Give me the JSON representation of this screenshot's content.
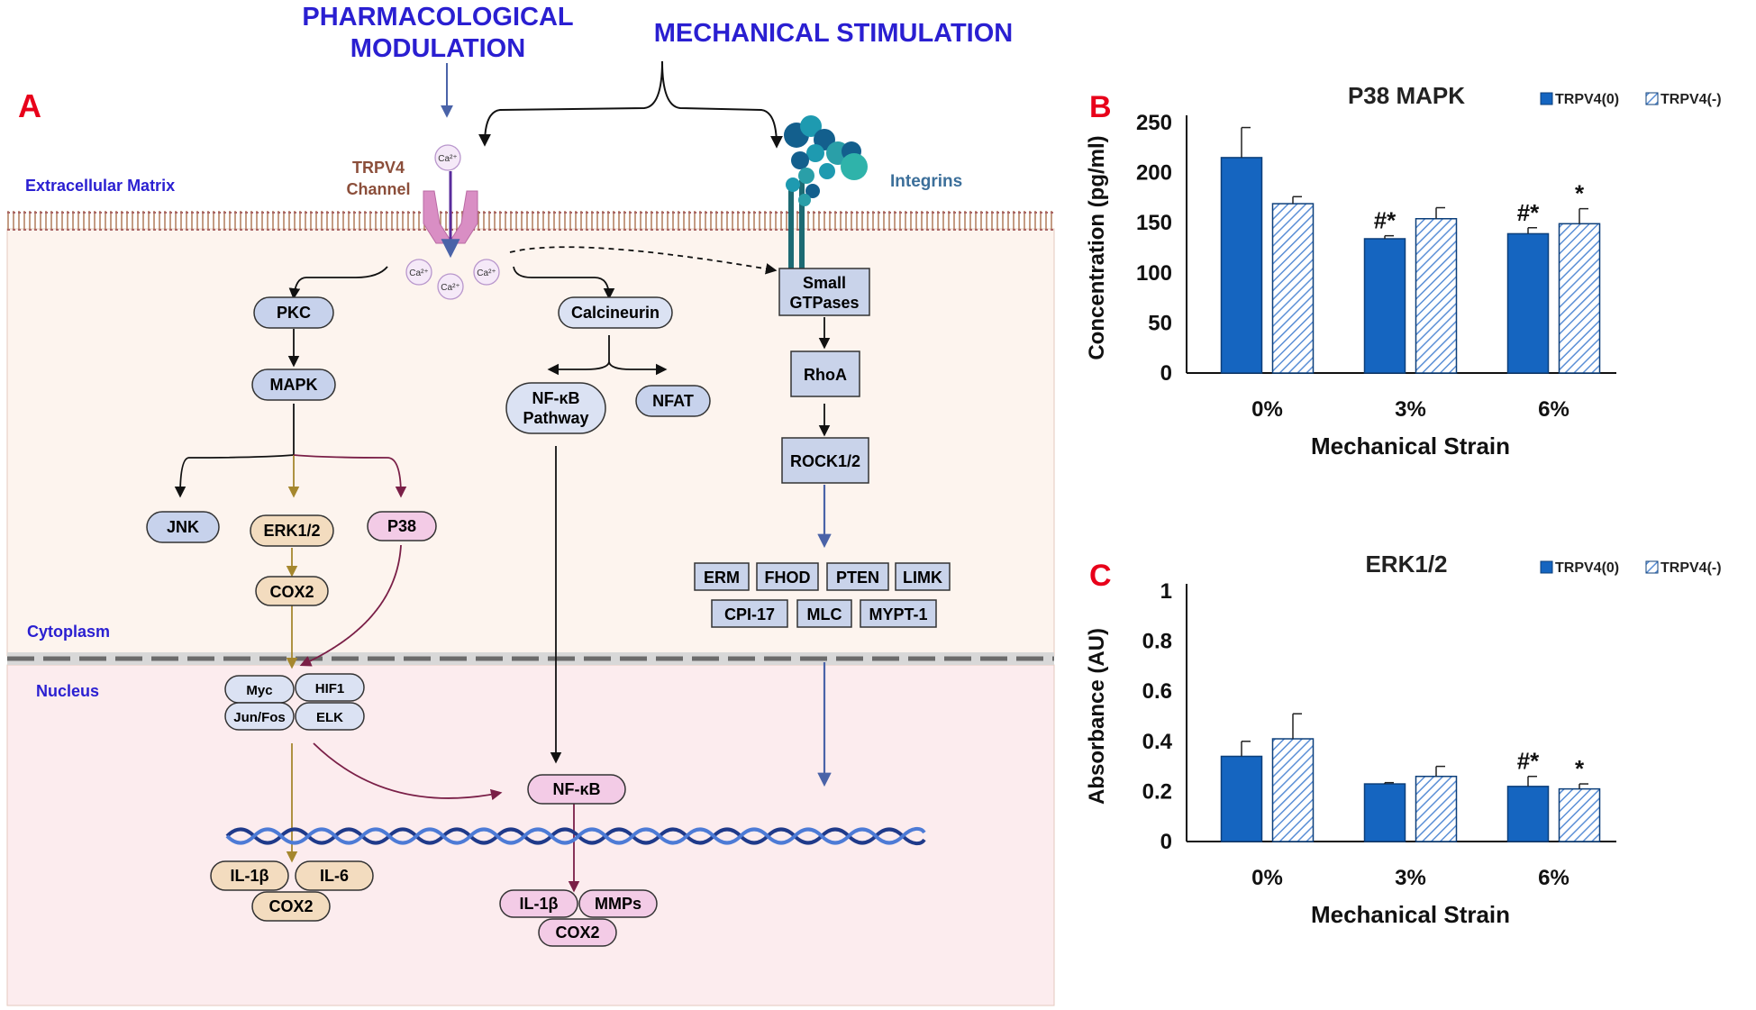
{
  "colors": {
    "title_blue": "#2a1fd1",
    "panel_red": "#e8001a",
    "bar_solid": "#1565c0",
    "bar_stripe": "#5b8fd6",
    "mapk_box": "#c7d2ec",
    "erk_box": "#f3dcbf",
    "p38_box": "#f3cbe6",
    "rho_box": "#c9d3ea",
    "erk_arrow": "#a5872e",
    "p38_arrow": "#7a1f47"
  },
  "panel_a": {
    "letter": "A",
    "top_left_title": "PHARMACOLOGICAL MODULATION",
    "top_right_title": "MECHANICAL STIMULATION",
    "region_extracellular": "Extracellular Matrix",
    "region_cytoplasm": "Cytoplasm",
    "region_nucleus": "Nucleus",
    "trpv4_label": "TRPV4 Channel",
    "integrins_label": "Integrins",
    "ca_ion": "Ca²⁺",
    "nodes": {
      "pkc": "PKC",
      "mapk": "MAPK",
      "jnk": "JNK",
      "erk": "ERK1/2",
      "p38": "P38",
      "cox2_erk": "COX2",
      "calcineurin": "Calcineurin",
      "nfkb_pathway": "NF-κB Pathway",
      "nfat": "NFAT",
      "small_gtpases": "Small GTPases",
      "rhoa": "RhoA",
      "rock": "ROCK1/2",
      "targets": [
        "ERM",
        "FHOD",
        "PTEN",
        "LIMK",
        "CPI-17",
        "MLC",
        "MYPT-1"
      ],
      "myc": "Myc",
      "hif1": "HIF1",
      "junfos": "Jun/Fos",
      "elk": "ELK",
      "nfkb": "NF-κB",
      "il1b_left": "IL-1β",
      "il6": "IL-6",
      "cox2_left": "COX2",
      "il1b_right": "IL-1β",
      "mmps": "MMPs",
      "cox2_right": "COX2"
    }
  },
  "chart_data": [
    {
      "type": "bar",
      "panel": "B",
      "title": "P38 MAPK",
      "xlabel": "Mechanical Strain",
      "ylabel": "Concentration (pg/ml)",
      "ylim": [
        0,
        250
      ],
      "yticks": [
        "0",
        "50",
        "100",
        "150",
        "200",
        "250"
      ],
      "categories": [
        "0%",
        "3%",
        "6%"
      ],
      "legend_position": "top-right",
      "series": [
        {
          "name": "TRPV4(0)",
          "values": [
            215,
            134,
            139
          ],
          "errors": [
            30,
            3,
            6
          ],
          "annotations": [
            "",
            "#*",
            "#*"
          ]
        },
        {
          "name": "TRPV4(-)",
          "values": [
            169,
            154,
            149
          ],
          "errors": [
            7,
            11,
            15
          ],
          "annotations": [
            "",
            "",
            "*"
          ]
        }
      ]
    },
    {
      "type": "bar",
      "panel": "C",
      "title": "ERK1/2",
      "xlabel": "Mechanical Strain",
      "ylabel": "Absorbance (AU)",
      "ylim": [
        0,
        1
      ],
      "yticks": [
        "0",
        "0.2",
        "0.4",
        "0.6",
        "0.8",
        "1"
      ],
      "categories": [
        "0%",
        "3%",
        "6%"
      ],
      "legend_position": "top-right",
      "series": [
        {
          "name": "TRPV4(0)",
          "values": [
            0.34,
            0.23,
            0.22
          ],
          "errors": [
            0.06,
            0.005,
            0.04
          ],
          "annotations": [
            "",
            "",
            "#*"
          ]
        },
        {
          "name": "TRPV4(-)",
          "values": [
            0.41,
            0.26,
            0.21
          ],
          "errors": [
            0.1,
            0.04,
            0.02
          ],
          "annotations": [
            "",
            "",
            "*"
          ]
        }
      ]
    }
  ]
}
